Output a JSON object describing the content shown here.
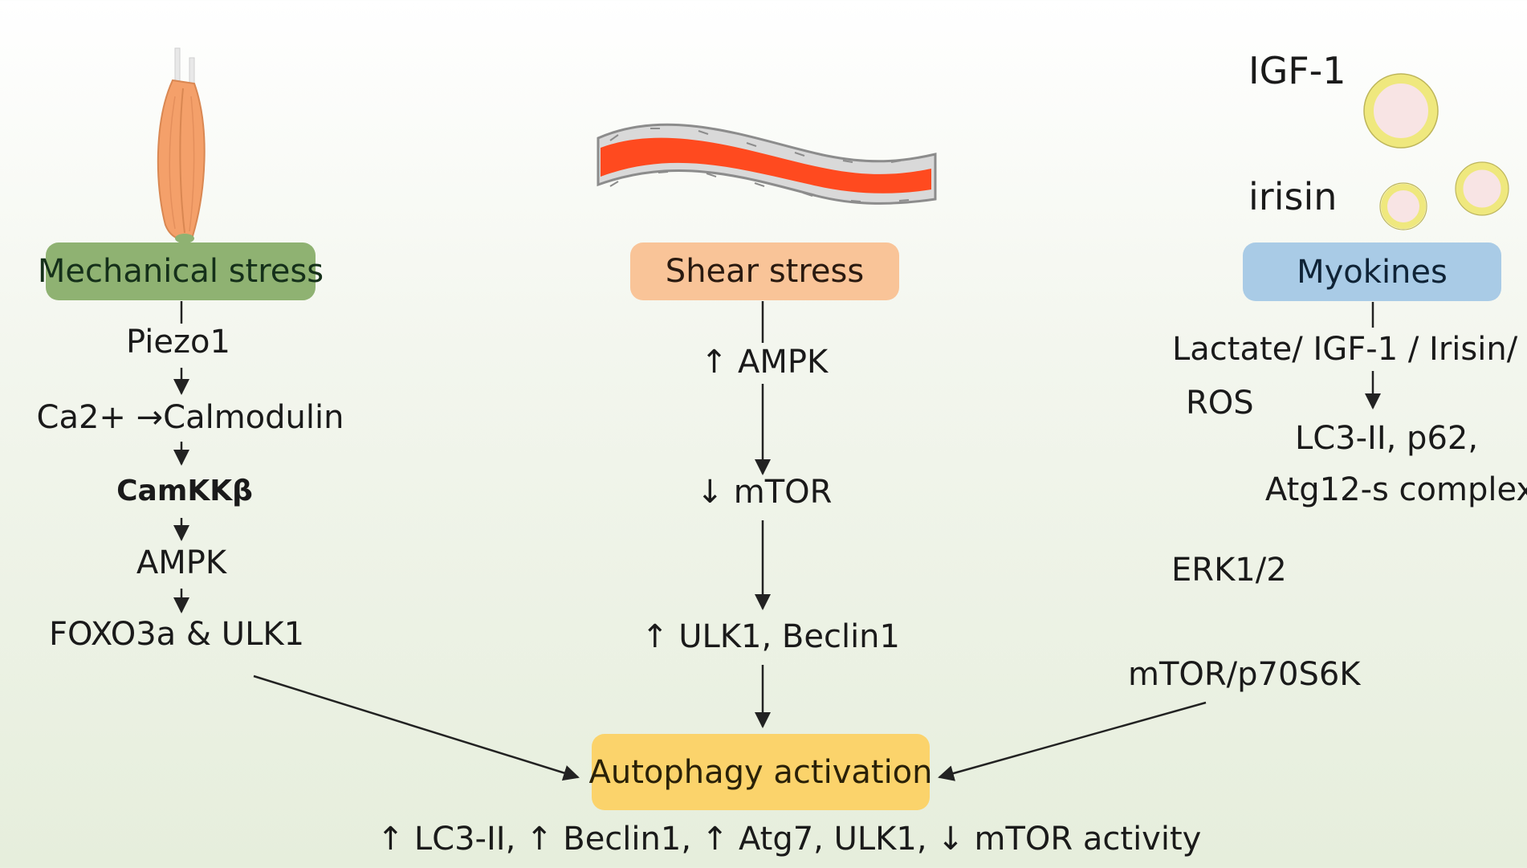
{
  "colors": {
    "mechanical_box": "#8fb272",
    "shear_box": "#f9c498",
    "myokines_box": "#a9cbe6",
    "autophagy_box": "#fbd36b",
    "muscle": "#f4a06a",
    "vessel_blood": "#ff4a1f",
    "vessel_wall": "#b3b3b3",
    "vesicle_ring": "#efe87e",
    "vesicle_core": "#f8e4e4"
  },
  "icons": {
    "muscle": "muscle-icon",
    "vessel": "blood-vessel-icon",
    "vesicles": "vesicle-icon"
  },
  "left": {
    "box": "Mechanical stress",
    "steps": [
      "Piezo1",
      "Ca2+ →Calmodulin",
      "CamKKβ",
      "AMPK",
      "FOXO3a & ULK1"
    ]
  },
  "center": {
    "box": "Shear stress",
    "steps": [
      "↑ AMPK",
      "↓ mTOR",
      "↑ ULK1, Beclin1"
    ]
  },
  "right": {
    "box": "Myokines",
    "igf_label": "IGF-1",
    "irisin_label": "irisin",
    "line1": "Lactate/ IGF-1 / Irisin/",
    "line2": "ROS",
    "result1": "LC3-II, p62,",
    "result2": "Atg12-s complex",
    "erk": "ERK1/2",
    "mtor": "mTOR/p70S6K"
  },
  "bottom": {
    "box": "Autophagy activation",
    "summary": "↑ LC3-II, ↑ Beclin1, ↑ Atg7, ULK1, ↓ mTOR activity"
  }
}
